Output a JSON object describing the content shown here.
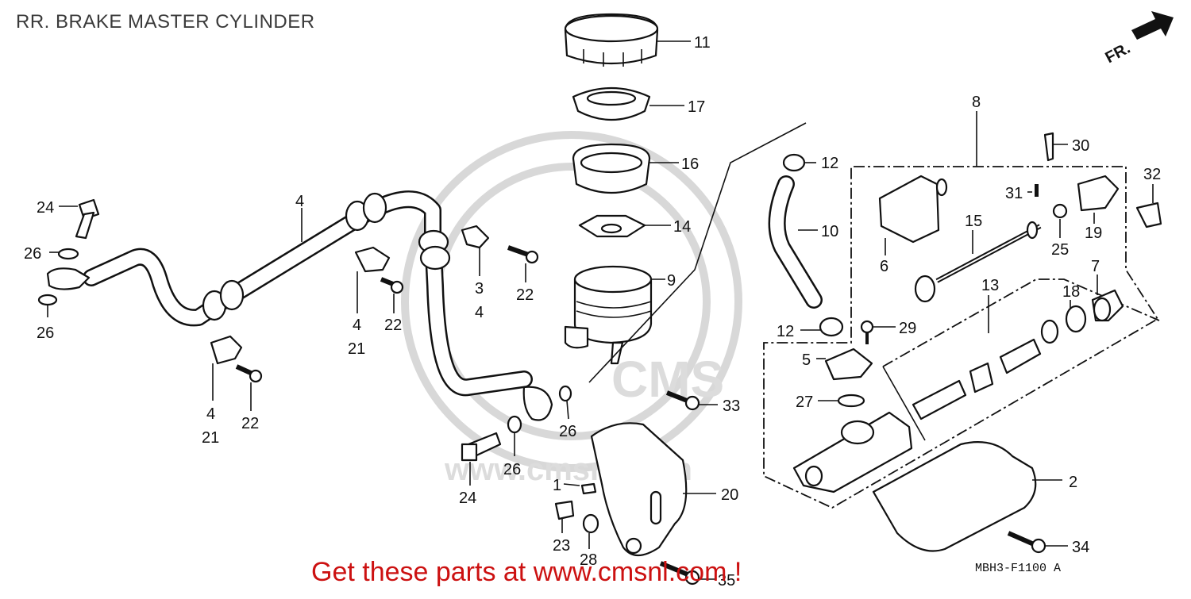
{
  "title": "RR. BRAKE MASTER CYLINDER",
  "footer": "Get these parts at www.cmsnl.com !",
  "ref_code": "MBH3-F1100 A",
  "direction_label": "FR.",
  "watermark": "CMS",
  "watermark_url": "www.cmsnl.com",
  "callouts": {
    "c1": "1",
    "c2": "2",
    "c3": "3",
    "c3b": "4",
    "c4a": "4",
    "c4b": "4",
    "c4b2": "21",
    "c4c": "4",
    "c4c2": "21",
    "c5": "5",
    "c6": "6",
    "c7": "7",
    "c8": "8",
    "c9": "9",
    "c10": "10",
    "c11": "11",
    "c12a": "12",
    "c12b": "12",
    "c13": "13",
    "c14": "14",
    "c15": "15",
    "c16": "16",
    "c17": "17",
    "c18": "18",
    "c19": "19",
    "c20": "20",
    "c22a": "22",
    "c22b": "22",
    "c22c": "22",
    "c23": "23",
    "c24a": "24",
    "c24b": "24",
    "c25": "25",
    "c26a": "26",
    "c26b": "26",
    "c26c": "26",
    "c26d": "26",
    "c27": "27",
    "c28": "28",
    "c29": "29",
    "c30": "30",
    "c31": "31",
    "c32": "32",
    "c33": "33",
    "c34": "34",
    "c35": "35"
  }
}
